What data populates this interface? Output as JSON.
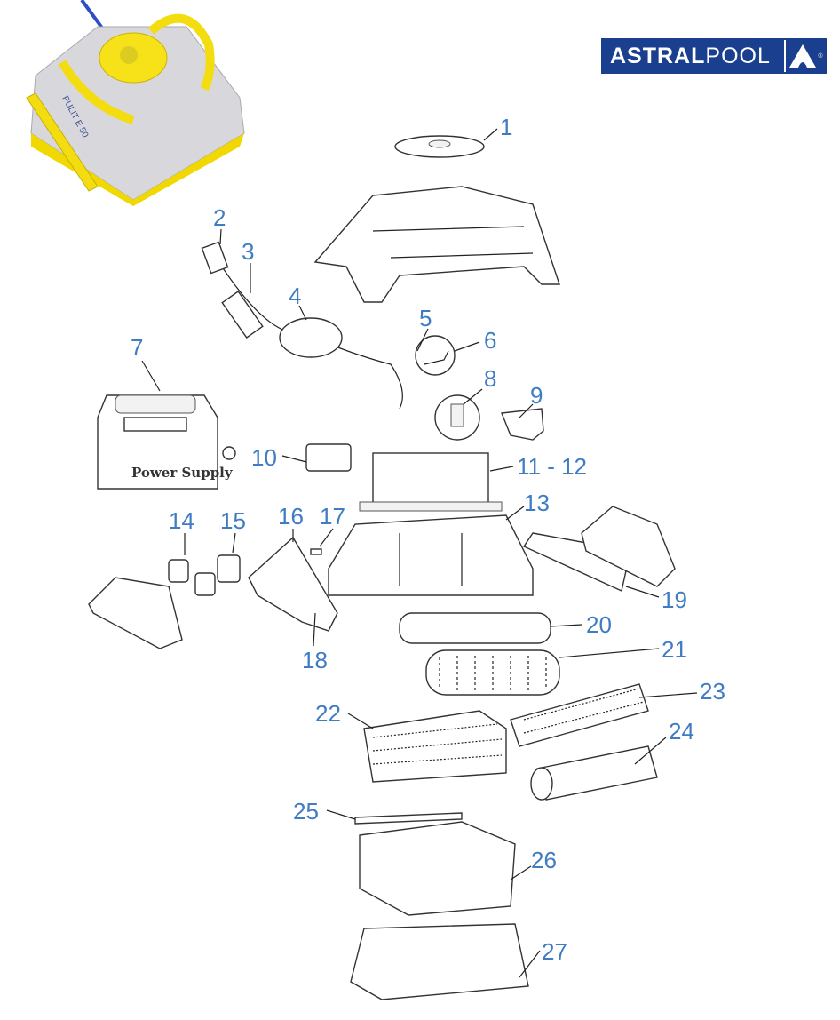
{
  "brand": {
    "name_bold": "ASTRAL",
    "name_light": "POOL",
    "registered": "®"
  },
  "product_photo": {
    "model_label": "PULIT E 50",
    "cable_color": "#2d4fc4",
    "body_accent": "#f5e000"
  },
  "power_supply_label": "Power Supply",
  "callouts": [
    "1",
    "2",
    "3",
    "4",
    "5",
    "6",
    "7",
    "8",
    "9",
    "10",
    "11 - 12",
    "13",
    "14",
    "15",
    "16",
    "17",
    "18",
    "19",
    "20",
    "21",
    "22",
    "23",
    "24",
    "25",
    "26",
    "27"
  ],
  "colors": {
    "callout": "#3f7cc2",
    "logo_bg": "#1b3f8f"
  }
}
